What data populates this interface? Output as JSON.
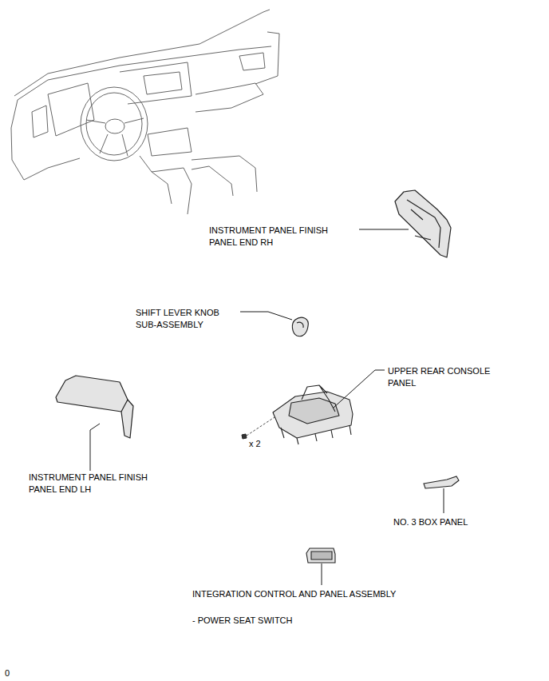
{
  "diagram": {
    "labels": [
      "INSTRUMENT PANEL FINISH PANEL END RH",
      "SHIFT LEVER KNOB SUB-ASSEMBLY",
      "UPPER REAR CONSOLE PANEL",
      "INSTRUMENT PANEL FINISH PANEL END LH",
      "x 2",
      "NO. 3 BOX PANEL",
      "INTEGRATION CONTROL AND PANEL ASSEMBLY",
      "- POWER SEAT SWITCH",
      "0"
    ]
  }
}
